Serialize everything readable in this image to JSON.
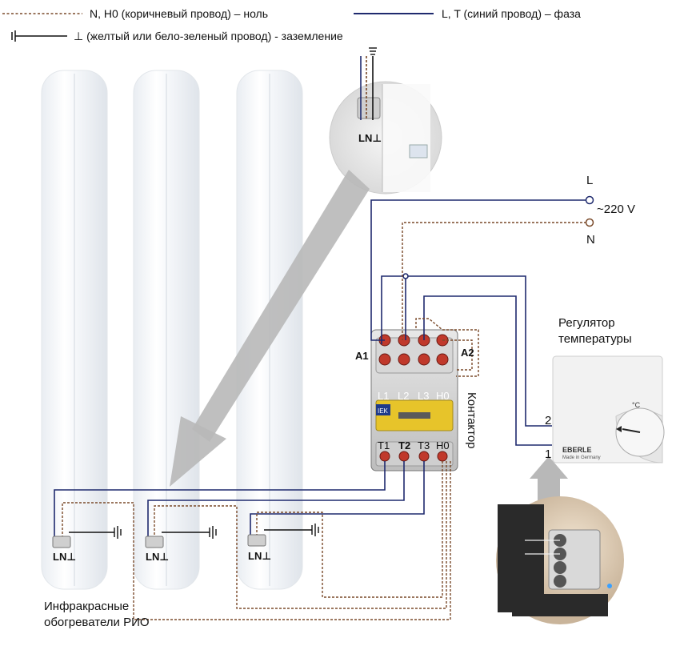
{
  "legend": {
    "neutral": "N, H0 (коричневый провод) – ноль",
    "phase": "L, T (синий провод)  – фаза",
    "ground": "⊥  (желтый или бело-зеленый провод) - заземление"
  },
  "supply": {
    "l": "L",
    "voltage": "~220 V",
    "n": "N"
  },
  "contactor": {
    "title": "Контактор",
    "a1": "A1",
    "a2": "A2",
    "top_terminals": [
      "L1",
      "L2",
      "L3",
      "H0"
    ],
    "bottom_terminals": [
      "T1",
      "T2",
      "T3",
      "H0"
    ],
    "brand": "IEK"
  },
  "regulator": {
    "title_line1": "Регулятор",
    "title_line2": "температуры",
    "terminal_2": "2",
    "terminal_1": "1",
    "brand": "EBERLE",
    "made": "Made in Germany",
    "unit": "°C"
  },
  "heater_terminals": "LN⊥",
  "heaters_caption_line1": "Инфракрасные",
  "heaters_caption_line2": "обогреватели РИО",
  "colors": {
    "phase": "#1f2a6e",
    "neutral": "#7a4a2a",
    "ground": "#111111"
  }
}
